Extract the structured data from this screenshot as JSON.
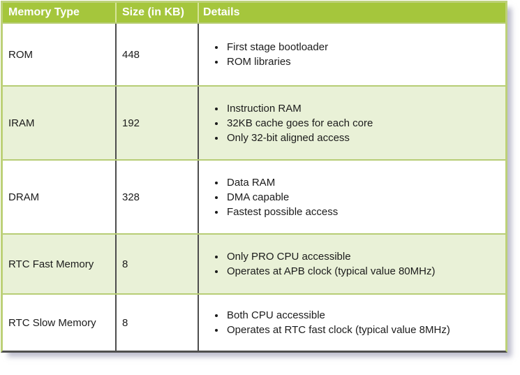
{
  "colors": {
    "header_bg": "#a5c63c",
    "header_text": "#ffffff",
    "alt_row_bg": "#e9f1d7",
    "row_separator": "#b7cd75",
    "column_divider": "#4d4d4d",
    "body_text": "#1b1b1b"
  },
  "chart_data": {
    "type": "table",
    "columns": [
      "Memory Type",
      "Size (in KB)",
      "Details"
    ],
    "rows": [
      {
        "type": "ROM",
        "size": "448",
        "details": [
          "First stage bootloader",
          "ROM libraries"
        ]
      },
      {
        "type": "IRAM",
        "size": "192",
        "details": [
          "Instruction RAM",
          "32KB cache goes for each core",
          "Only 32-bit aligned access"
        ]
      },
      {
        "type": "DRAM",
        "size": "328",
        "details": [
          "Data RAM",
          "DMA capable",
          "Fastest possible access"
        ]
      },
      {
        "type": "RTC Fast Memory",
        "size": "8",
        "details": [
          "Only PRO CPU accessible",
          "Operates at APB clock (typical value 80MHz)"
        ]
      },
      {
        "type": "RTC Slow Memory",
        "size": "8",
        "details": [
          "Both CPU accessible",
          "Operates at RTC fast clock (typical value 8MHz)"
        ]
      }
    ]
  }
}
